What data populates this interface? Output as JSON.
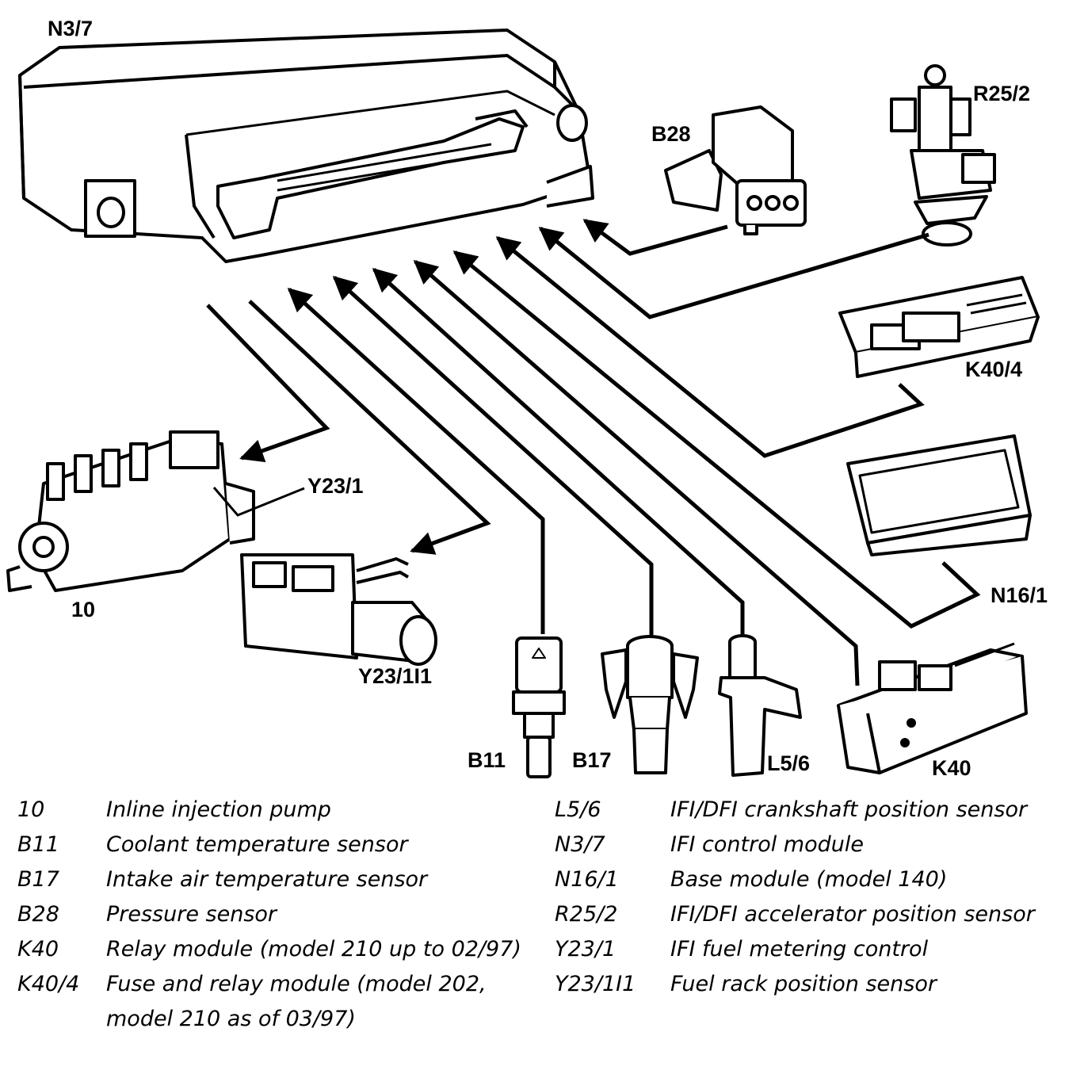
{
  "diagram": {
    "labels": {
      "n3_7": "N3/7",
      "b28": "B28",
      "r25_2": "R25/2",
      "k40_4": "K40/4",
      "n16_1": "N16/1",
      "y23_1": "Y23/1",
      "y23_1i1": "Y23/1I1",
      "ten": "10",
      "b11": "B11",
      "b17": "B17",
      "l5_6": "L5/6",
      "k40": "K40"
    }
  },
  "legend": {
    "left": [
      {
        "code": "10",
        "desc": "Inline injection pump"
      },
      {
        "code": "B11",
        "desc": "Coolant temperature sensor"
      },
      {
        "code": "B17",
        "desc": "Intake air temperature sensor"
      },
      {
        "code": "B28",
        "desc": "Pressure sensor"
      },
      {
        "code": "K40",
        "desc": "Relay module (model 210 up to 02/97)"
      },
      {
        "code": "K40/4",
        "desc": "Fuse and relay module (model 202, model 210 as of 03/97)"
      }
    ],
    "right": [
      {
        "code": "L5/6",
        "desc": "IFI/DFI crankshaft position sensor"
      },
      {
        "code": "N3/7",
        "desc": "IFI control module"
      },
      {
        "code": "N16/1",
        "desc": "Base module (model 140)"
      },
      {
        "code": "R25/2",
        "desc": "IFI/DFI accelerator position sensor"
      },
      {
        "code": "Y23/1",
        "desc": "IFI fuel metering control"
      },
      {
        "code": "Y23/1I1",
        "desc": "Fuel rack position sensor"
      }
    ]
  }
}
